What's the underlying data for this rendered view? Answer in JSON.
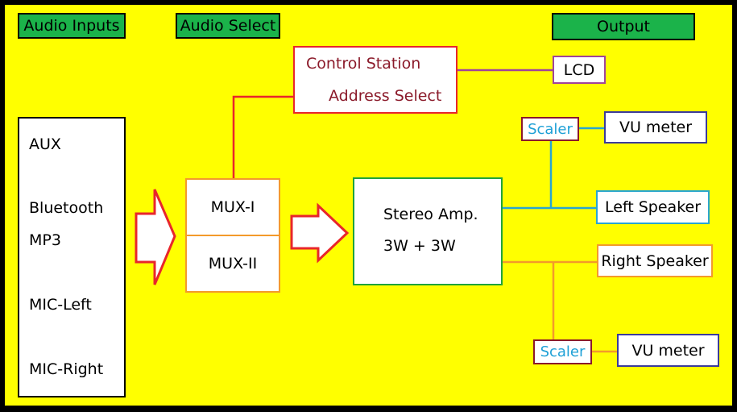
{
  "headers": {
    "inputs": "Audio Inputs",
    "select": "Audio Select",
    "output": "Output"
  },
  "inputs": [
    "AUX",
    "Bluetooth",
    "MP3",
    "MIC-Left",
    "MIC-Right"
  ],
  "mux": {
    "first": "MUX-I",
    "second": "MUX-II"
  },
  "control": {
    "title": "Control Station",
    "address": "Address Select"
  },
  "amp": {
    "name": "Stereo Amp.",
    "power": "3W + 3W"
  },
  "lcd": "LCD",
  "scaler_top": "Scaler",
  "scaler_bottom": "Scaler",
  "vu_top": "VU meter",
  "vu_bottom": "VU meter",
  "left_speaker": "Left Speaker",
  "right_speaker": "Right Speaker",
  "colors": {
    "background": "#ffff00",
    "header": "#1bb34a",
    "arrow": "#e8262b",
    "control": "#8b1a2a",
    "mux_border": "#f39a2b",
    "amp_border": "#1fa33a",
    "lcd_border": "#a0449a",
    "scaler_text": "#1ea0d6",
    "vu_border": "#3b3b9a",
    "left_wire": "#29a6d0",
    "right_wire": "#f39a2b"
  }
}
